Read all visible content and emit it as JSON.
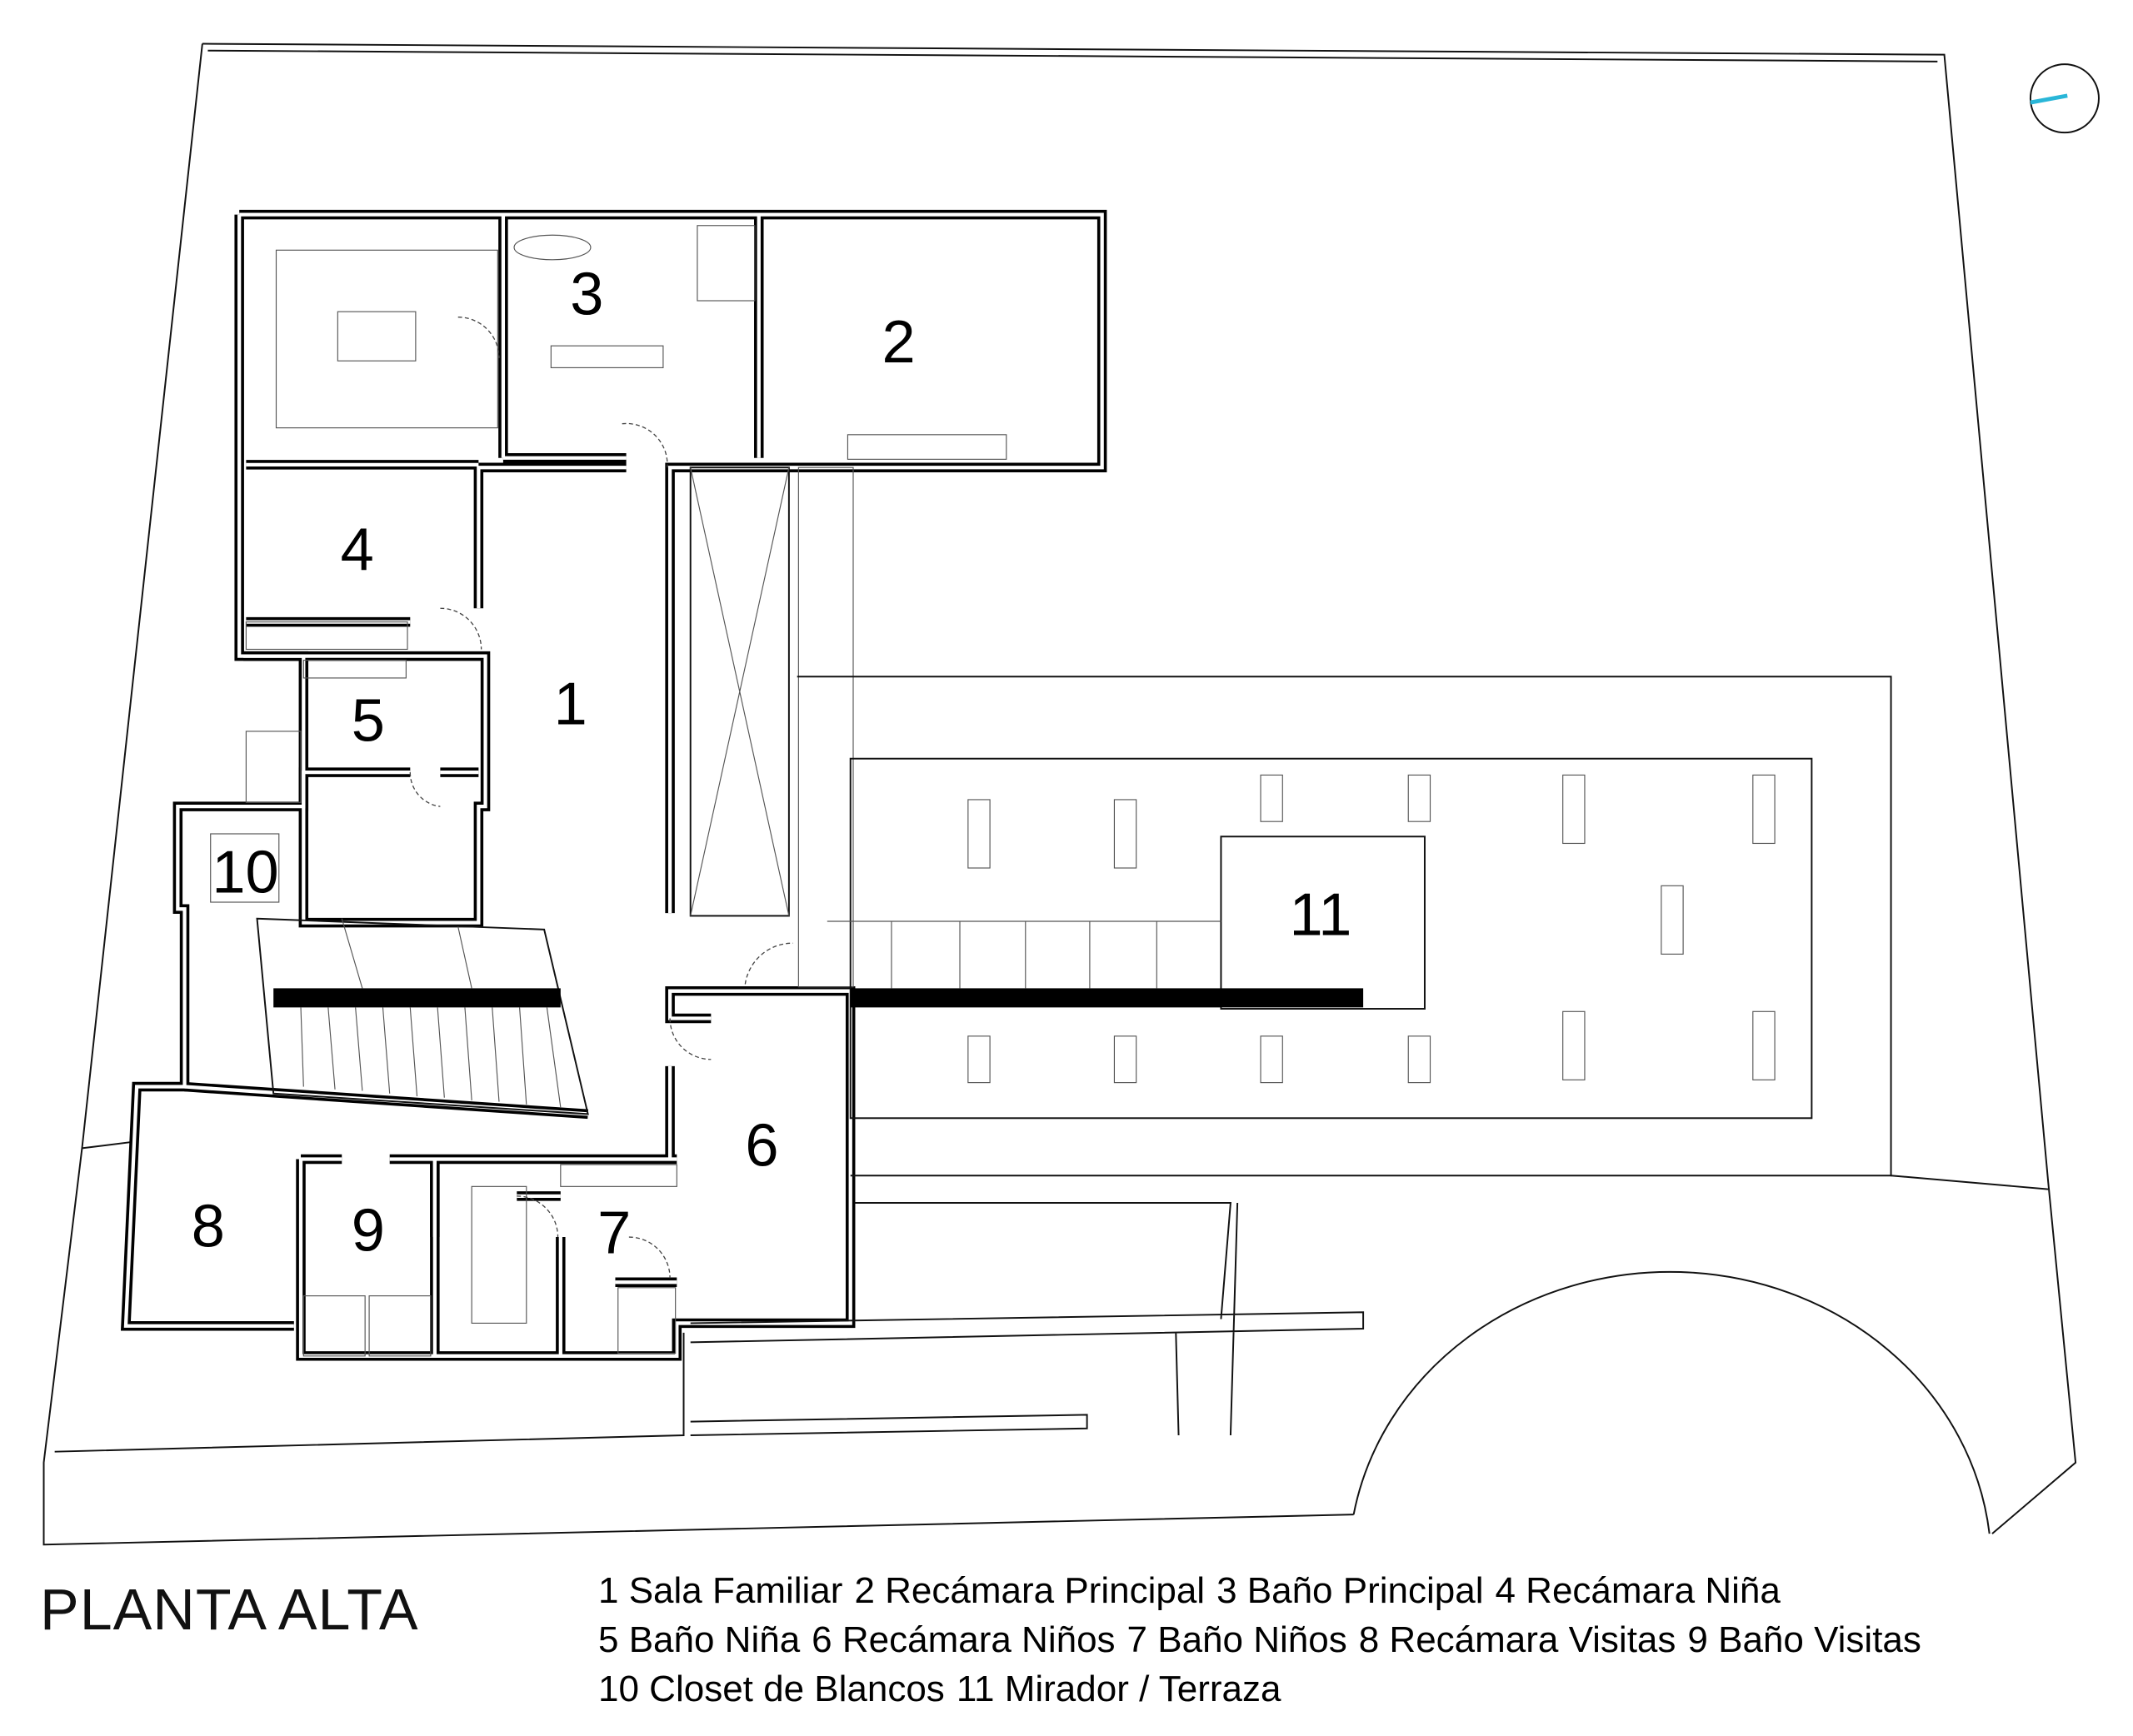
{
  "title": "PLANTA ALTA",
  "rooms": [
    {
      "num": "1",
      "name": "Sala Familiar"
    },
    {
      "num": "2",
      "name": "Recámara Principal"
    },
    {
      "num": "3",
      "name": "Baño Principal"
    },
    {
      "num": "4",
      "name": "Recámara Niña"
    },
    {
      "num": "5",
      "name": "Baño Niña"
    },
    {
      "num": "6",
      "name": "Recámara Niños"
    },
    {
      "num": "7",
      "name": "Baño Niños"
    },
    {
      "num": "8",
      "name": "Recámara Visitas"
    },
    {
      "num": "9",
      "name": "Baño Visitas"
    },
    {
      "num": "10",
      "name": "Closet de Blancos"
    },
    {
      "num": "11",
      "name": "Mirador / Terraza"
    }
  ],
  "legend_lines": [
    [
      "1  Sala Familiar",
      "2  Recámara Principal",
      "3  Baño Principal",
      "4  Recámara Niña"
    ],
    [
      "5  Baño Niña",
      "6  Recámara Niños",
      "7 Baño Niños",
      "8  Recámara Visitas",
      "9 Baño Visitas"
    ],
    [
      "10  Closet de Blancos",
      "11  Mirador / Terraza"
    ]
  ],
  "north_arrow_color": "#29b6d8"
}
